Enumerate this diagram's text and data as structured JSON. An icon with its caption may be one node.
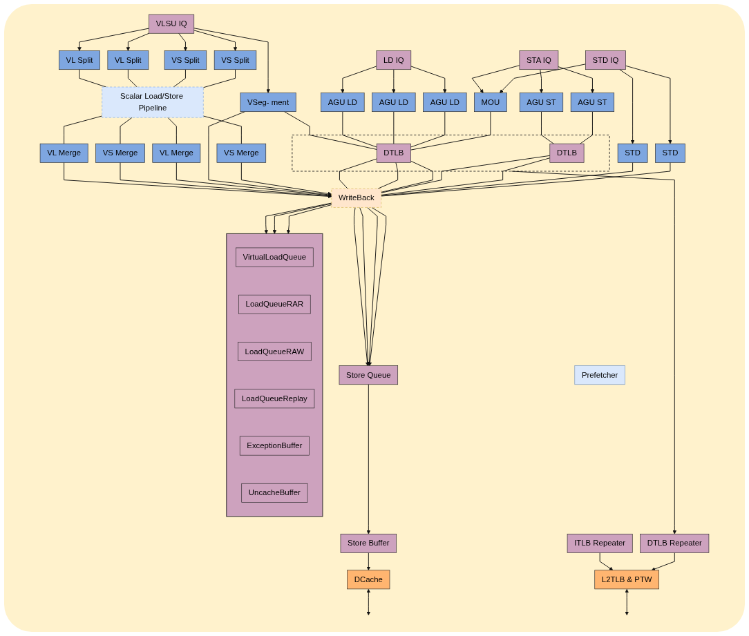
{
  "diagram": {
    "nodes": [
      {
        "text": [
          "VLSU IQ"
        ]
      },
      {
        "text": [
          "LD IQ"
        ]
      },
      {
        "text": [
          "STA IQ"
        ]
      },
      {
        "text": [
          "STD IQ"
        ]
      },
      {
        "text": [
          "VL Split"
        ]
      },
      {
        "text": [
          "VL Split"
        ]
      },
      {
        "text": [
          "VS Split"
        ]
      },
      {
        "text": [
          "VS Split"
        ]
      },
      {
        "text": [
          "VSeg- ment"
        ]
      },
      {
        "text": [
          "AGU LD"
        ]
      },
      {
        "text": [
          "AGU LD"
        ]
      },
      {
        "text": [
          "AGU LD"
        ]
      },
      {
        "text": [
          "MOU"
        ]
      },
      {
        "text": [
          "AGU ST"
        ]
      },
      {
        "text": [
          "AGU ST"
        ]
      },
      {
        "text": [
          "STD"
        ]
      },
      {
        "text": [
          "STD"
        ]
      },
      {
        "text": [
          "Scalar Load/Store Pipeline"
        ]
      },
      {
        "text": [
          "VL Merge"
        ]
      },
      {
        "text": [
          "VL Merge"
        ]
      },
      {
        "text": [
          "VS Merge"
        ]
      },
      {
        "text": [
          "VS Merge"
        ]
      },
      {
        "text": [],
        "shape": "box"
      },
      {
        "text": [
          "DTLB"
        ],
        "in": 22
      },
      {
        "text": [
          "DTLB"
        ],
        "in": 22
      },
      {
        "text": [
          "WriteBack"
        ]
      },
      {
        "text": [
          "Prefetcher"
        ]
      },
      {
        "text": [],
        "shape": "box"
      },
      {
        "text": [
          "VirtualLoadQueue"
        ],
        "in": 27
      },
      {
        "text": [
          "LoadQueueRAR"
        ],
        "in": 27
      },
      {
        "text": [
          "LoadQueueRAW"
        ],
        "in": 27
      },
      {
        "text": [
          "LoadQueueReplay"
        ],
        "in": 27
      },
      {
        "text": [
          "ExceptionBuffer"
        ],
        "in": 27
      },
      {
        "text": [
          "UncacheBuffer"
        ],
        "in": 27
      },
      {
        "text": [
          "Store Queue"
        ]
      },
      {
        "text": [
          "ITLB Repeater"
        ]
      },
      {
        "text": [
          "DTLB Repeater"
        ]
      },
      {
        "text": [
          "Store Buffer"
        ]
      },
      {
        "text": [
          "L2TLB & PTW"
        ]
      },
      {
        "text": [
          "DCache"
        ]
      }
    ],
    "edges": [
      {
        "from": 0,
        "to": 4,
        "arrow": "to"
      },
      {
        "from": 0,
        "to": 5,
        "arrow": "to"
      },
      {
        "from": 0,
        "to": 6,
        "arrow": "to"
      },
      {
        "from": 0,
        "to": 7,
        "arrow": "to"
      },
      {
        "from": 0,
        "to": 8,
        "arrow": "to"
      },
      {
        "from": 1,
        "to": 9,
        "arrow": "to"
      },
      {
        "from": 1,
        "to": 10,
        "arrow": "to"
      },
      {
        "from": 1,
        "to": 11,
        "arrow": "to"
      },
      {
        "from": 2,
        "to": 12,
        "arrow": "to"
      },
      {
        "from": 3,
        "to": 12,
        "arrow": "to"
      },
      {
        "from": 2,
        "to": 13,
        "arrow": "to"
      },
      {
        "from": 2,
        "to": 14,
        "arrow": "to"
      },
      {
        "from": 3,
        "to": 15,
        "arrow": "to"
      },
      {
        "from": 3,
        "to": 16,
        "arrow": "to"
      },
      {
        "from": 4,
        "to": 17,
        "arrow": "none"
      },
      {
        "from": 5,
        "to": 17,
        "arrow": "none"
      },
      {
        "from": 6,
        "to": 17,
        "arrow": "none"
      },
      {
        "from": 7,
        "to": 17,
        "arrow": "none"
      },
      {
        "from": 17,
        "to": 18,
        "arrow": "none"
      },
      {
        "from": 17,
        "to": 19,
        "arrow": "none"
      },
      {
        "from": 17,
        "to": 20,
        "arrow": "none"
      },
      {
        "from": 17,
        "to": 21,
        "arrow": "none"
      },
      {
        "from": 18,
        "to": 25,
        "arrow": "to"
      },
      {
        "from": 20,
        "to": 25,
        "arrow": "to"
      },
      {
        "from": 19,
        "to": 25,
        "arrow": "to"
      },
      {
        "from": 8,
        "to": 25,
        "arrow": "to"
      },
      {
        "from": 21,
        "to": 25,
        "arrow": "to"
      },
      {
        "from": 8,
        "to": 23,
        "arrow": "none"
      },
      {
        "from": 9,
        "to": 23,
        "arrow": "none"
      },
      {
        "from": 10,
        "to": 23,
        "arrow": "none"
      },
      {
        "from": 11,
        "to": 23,
        "arrow": "none"
      },
      {
        "from": 12,
        "to": 23,
        "arrow": "none"
      },
      {
        "from": 13,
        "to": 24,
        "arrow": "none"
      },
      {
        "from": 14,
        "to": 24,
        "arrow": "none"
      },
      {
        "from": 22,
        "to": 36,
        "arrow": "to"
      },
      {
        "from": 23,
        "to": 25,
        "arrow": "none"
      },
      {
        "from": 23,
        "to": 25,
        "arrow": "none"
      },
      {
        "from": 23,
        "to": 25,
        "arrow": "none"
      },
      {
        "from": 24,
        "to": 25,
        "arrow": "none"
      },
      {
        "from": 24,
        "to": 25,
        "arrow": "none"
      },
      {
        "from": 15,
        "to": 25,
        "arrow": "none"
      },
      {
        "from": 16,
        "to": 25,
        "arrow": "none"
      },
      {
        "from": 25,
        "to": 27,
        "arrow": "to"
      },
      {
        "from": 25,
        "to": 27,
        "arrow": "to"
      },
      {
        "from": 25,
        "to": 27,
        "arrow": "to"
      },
      {
        "from": 25,
        "to": 34,
        "arrow": "to"
      },
      {
        "from": 25,
        "to": 34,
        "arrow": "to"
      },
      {
        "from": 25,
        "to": 34,
        "arrow": "to"
      },
      {
        "from": 25,
        "to": 34,
        "arrow": "to"
      },
      {
        "from": 34,
        "to": 37,
        "arrow": "to"
      },
      {
        "from": 37,
        "to": 39,
        "arrow": "to"
      },
      {
        "from": 35,
        "to": 38,
        "arrow": "to"
      },
      {
        "from": 36,
        "to": 38,
        "arrow": "to"
      },
      {
        "from": 38,
        "to": null,
        "arrow": "both"
      },
      {
        "from": 39,
        "to": null,
        "arrow": "both"
      }
    ]
  }
}
